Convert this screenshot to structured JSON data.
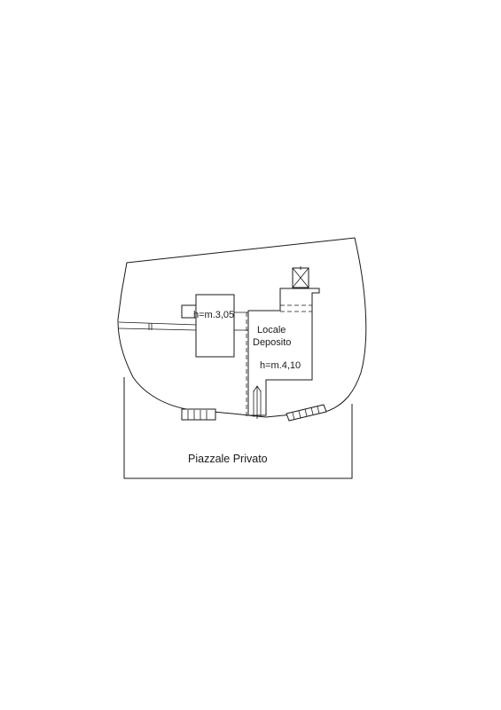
{
  "labels": {
    "h_small": "h=m.3,05",
    "room_line1": "Locale",
    "room_line2": "Deposito",
    "h_room": "h=m.4,10",
    "yard": "Piazzale Privato"
  },
  "colors": {
    "ink": "#1a1a1a",
    "paper": "#ffffff"
  }
}
